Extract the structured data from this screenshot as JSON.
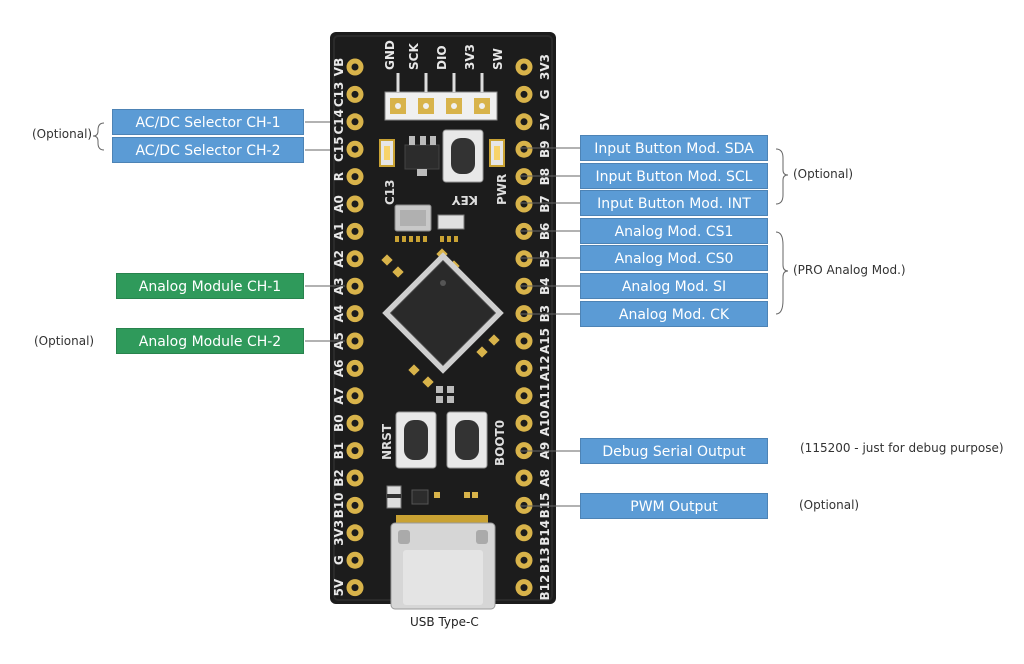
{
  "board": {
    "header_pins": [
      "GND",
      "SCK",
      "DIO",
      "3V3",
      "SW"
    ],
    "left_pins": [
      "VB",
      "C13",
      "C14",
      "C15",
      "R",
      "A0",
      "A1",
      "A2",
      "A3",
      "A4",
      "A5",
      "A6",
      "A7",
      "B0",
      "B1",
      "B2",
      "B10",
      "3V3",
      "G",
      "5V"
    ],
    "right_pins": [
      "3V3",
      "G",
      "5V",
      "B9",
      "B8",
      "B7",
      "B6",
      "B5",
      "B4",
      "B3",
      "A15",
      "A12",
      "A11",
      "A10",
      "A9",
      "A8",
      "B15",
      "B14",
      "B13",
      "B12"
    ],
    "silkscreen": {
      "c13": "C13",
      "pwr": "PWR",
      "key": "KEY",
      "nrst": "NRST",
      "boot0": "BOOT0"
    },
    "usb_caption": "USB Type-C"
  },
  "labels_left": [
    {
      "text": "AC/DC Selector CH-1",
      "color": "blue"
    },
    {
      "text": "AC/DC Selector CH-2",
      "color": "blue"
    },
    {
      "text": "Analog Module CH-1",
      "color": "green"
    },
    {
      "text": "Analog Module CH-2",
      "color": "green"
    }
  ],
  "labels_right": [
    {
      "text": "Input Button Mod. SDA"
    },
    {
      "text": "Input Button Mod. SCL"
    },
    {
      "text": "Input Button Mod. INT"
    },
    {
      "text": "Analog Mod. CS1"
    },
    {
      "text": "Analog Mod. CS0"
    },
    {
      "text": "Analog Mod. SI"
    },
    {
      "text": "Analog Mod. CK"
    },
    {
      "text": "Debug Serial Output"
    },
    {
      "text": "PWM Output"
    }
  ],
  "notes": {
    "acdc_optional": "(Optional)",
    "ch2_optional": "(Optional)",
    "input_optional": "(Optional)",
    "pro_analog": "(PRO Analog Mod.)",
    "debug_note": "(115200 - just for debug purpose)",
    "pwm_optional": "(Optional)"
  },
  "colors": {
    "label_blue": "#5b9bd5",
    "label_green": "#2f9a5b",
    "pcb": "#1c1c1c",
    "pad": "#d8b34a"
  }
}
